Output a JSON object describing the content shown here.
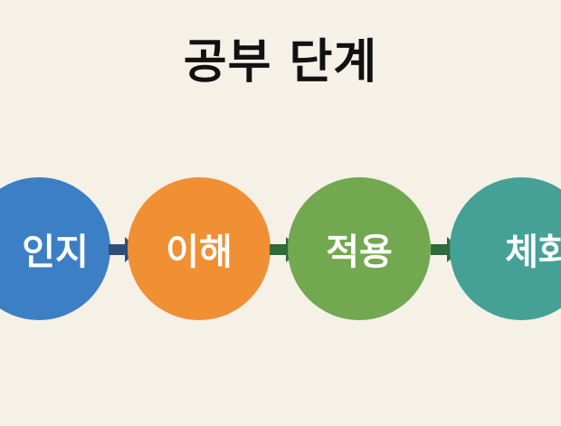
{
  "title": "공부 단계",
  "steps": [
    {
      "label": "인지",
      "color": "#3d7fc4"
    },
    {
      "label": "이해",
      "color": "#f08f33"
    },
    {
      "label": "적용",
      "color": "#72a84f"
    },
    {
      "label": "체화",
      "color": "#45a096"
    }
  ],
  "arrows": [
    {
      "color": "#2f4f78"
    },
    {
      "color": "#2e6a3a"
    },
    {
      "color": "#2e6a3a"
    }
  ]
}
